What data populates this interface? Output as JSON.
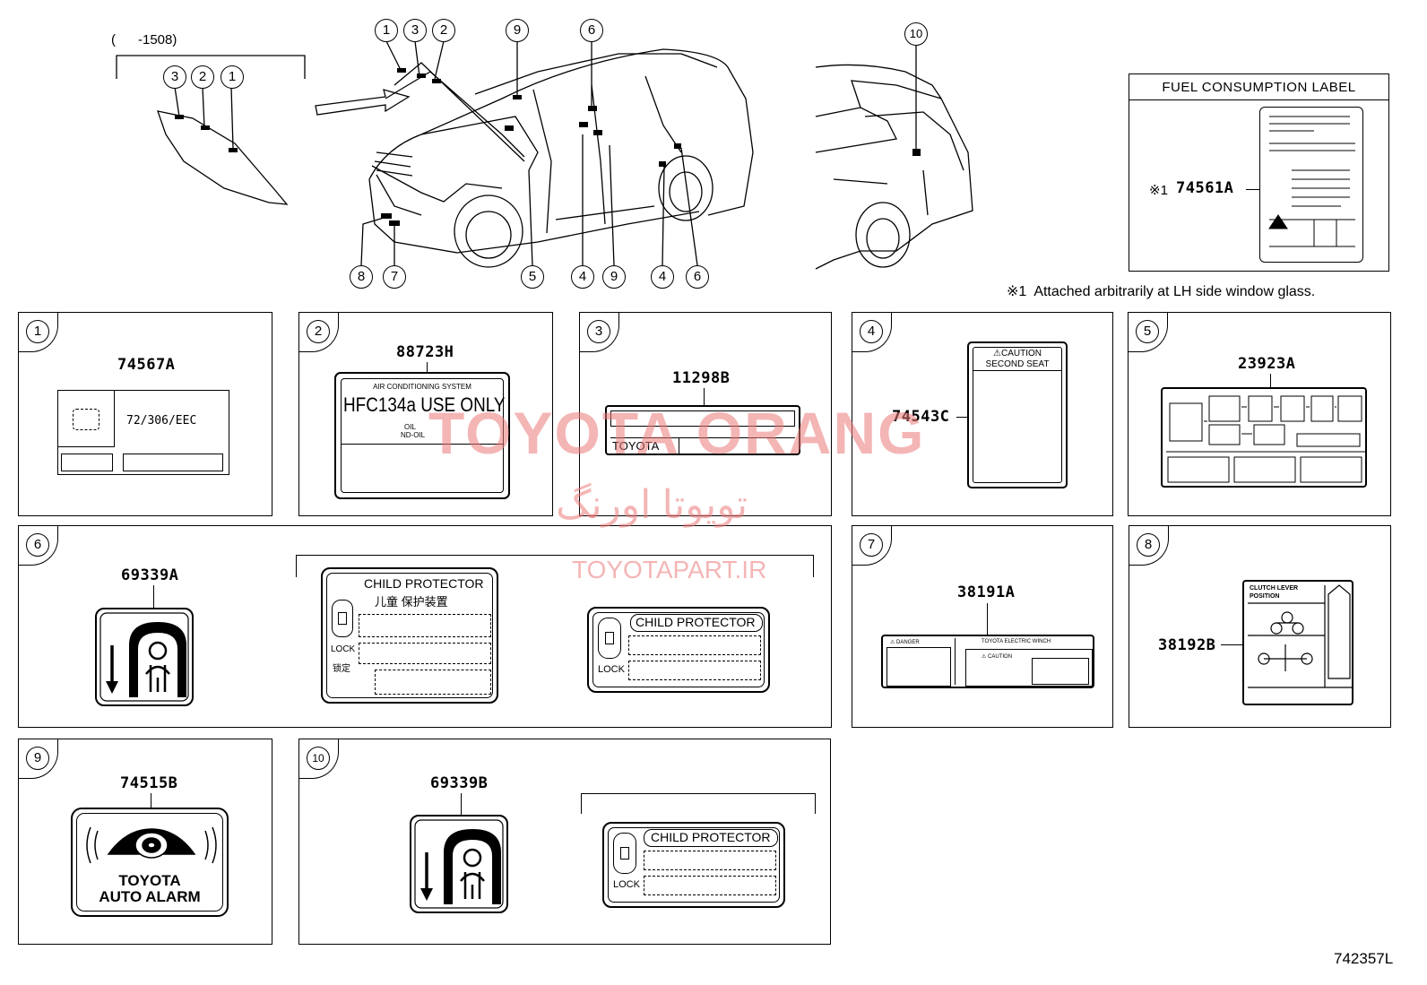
{
  "diagram_id": "742357L",
  "date_range": "(      -1508)",
  "callout_numbers": [
    "1",
    "2",
    "3",
    "4",
    "5",
    "6",
    "7",
    "8",
    "9",
    "10"
  ],
  "fuel_label": {
    "title": "FUEL CONSUMPTION LABEL",
    "part": "74561A",
    "mark": "※1",
    "note": "※1  Attached arbitrarily at LH side window glass."
  },
  "panels": [
    {
      "num": "1",
      "part": "74567A",
      "text": "72/306/EEC"
    },
    {
      "num": "2",
      "part": "88723H",
      "header": "AIR CONDITIONING SYSTEM",
      "main": "HFC134a USE ONLY",
      "oil1": "OIL",
      "oil2": "ND-OIL"
    },
    {
      "num": "3",
      "part": "11298B",
      "brand": "TOYOTA"
    },
    {
      "num": "4",
      "part": "74543C",
      "caution": "⚠CAUTION",
      "sub": "SECOND SEAT"
    },
    {
      "num": "5",
      "part": "23923A"
    },
    {
      "num": "6",
      "part": "69339A",
      "cp1_title": "CHILD  PROTECTOR",
      "cp1_cn": "儿童  保护装置",
      "lock": "LOCK",
      "lock_cn": "锁定",
      "cp2_title": "CHILD  PROTECTOR",
      "lock2": "LOCK"
    },
    {
      "num": "7",
      "part": "38191A",
      "danger": "⚠ DANGER",
      "elec": "TOYOTA  ELECTRIC  WINCH",
      "caution": "⚠ CAUTION"
    },
    {
      "num": "8",
      "part": "38192B",
      "title1": "CLUTCH LEVER",
      "title2": "POSITION"
    },
    {
      "num": "9",
      "part": "74515B",
      "line1": "TOYOTA",
      "line2": "AUTO ALARM"
    },
    {
      "num": "10",
      "part": "69339B",
      "cp_title": "CHILD  PROTECTOR",
      "lock": "LOCK"
    }
  ],
  "watermarks": {
    "en": "TOYOTA ORANG",
    "fa": "تویوتا اورنگ",
    "url": "TOYOTAPART.IR"
  }
}
